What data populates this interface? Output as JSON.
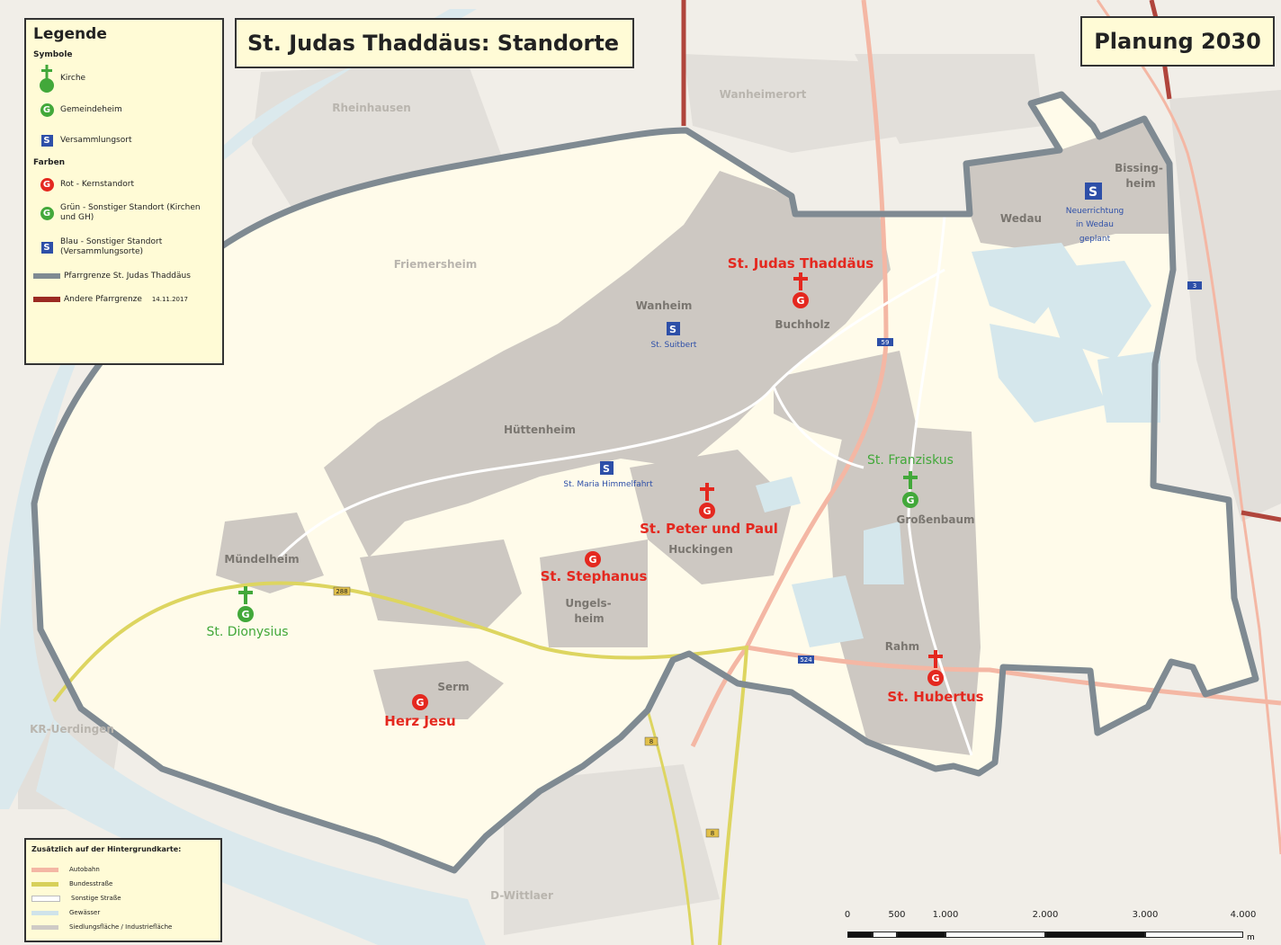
{
  "title": "St. Judas Thaddäus: Standorte",
  "plan_label": "Planung 2030",
  "legend": {
    "title": "Legende",
    "symbols_heading": "Symbole",
    "symbols": [
      {
        "icon": "church-cross-icon",
        "label": "Kirche"
      },
      {
        "icon": "community-hall-g-icon",
        "label": "Gemeindeheim"
      },
      {
        "icon": "meeting-place-s-icon",
        "label": "Versammlungsort"
      }
    ],
    "colors_heading": "Farben",
    "colors": [
      {
        "color": "#e4281f",
        "label": "Rot - Kernstandort"
      },
      {
        "color": "#42a83a",
        "label": "Grün - Sonstiger Standort (Kirchen und GH)"
      },
      {
        "color": "#2d4fa8",
        "label": "Blau - Sonstiger Standort (Versammlungsorte)"
      }
    ],
    "lines": [
      {
        "color": "#7f8a92",
        "label": "Pfarrgrenze St. Judas Thaddäus"
      },
      {
        "color": "#9b2a22",
        "label": "Andere Pfarrgrenze",
        "date": "14.11.2017"
      }
    ]
  },
  "background_legend": {
    "title": "Zusätzlich auf der Hintergrundkarte:",
    "items": [
      {
        "color": "#f4b7a4",
        "label": "Autobahn"
      },
      {
        "color": "#d7d05a",
        "label": "Bundesstraße"
      },
      {
        "color": "#ffffff",
        "label": "Sonstige Straße"
      },
      {
        "color": "#cfe3ea",
        "label": "Gewässer"
      },
      {
        "color": "#cfcbc6",
        "label": "Siedlungsfläche / Industriefläche"
      }
    ]
  },
  "places": {
    "rheinhausen": "Rheinhausen",
    "wanheimerort": "Wanheimerort",
    "friemersheim": "Friemersheim",
    "bissingheim_1": "Bissing-",
    "bissingheim_2": "heim",
    "wedau": "Wedau",
    "wanheim": "Wanheim",
    "buchholz": "Buchholz",
    "huettenheim": "Hüttenheim",
    "huckingen": "Huckingen",
    "grossenbaum": "Großenbaum",
    "muendelheim": "Mündelheim",
    "ungelsheim_1": "Ungels-",
    "ungelsheim_2": "heim",
    "rahm": "Rahm",
    "serm": "Serm",
    "kr_uerdingen": "KR-Uerdingen",
    "d_wittlaer": "D-Wittlaer"
  },
  "sites": {
    "judas_thaddaeus": "St. Judas Thaddäus",
    "peter_und_paul": "St. Peter und Paul",
    "stephanus": "St. Stephanus",
    "herz_jesu": "Herz Jesu",
    "hubertus": "St. Hubertus",
    "franziskus": "St. Franziskus",
    "dionysius": "St. Dionysius",
    "suitbert": "St. Suitbert",
    "maria_himmelfahrt": "St. Maria Himmelfahrt",
    "wedau_new_1": "Neuerrichtung",
    "wedau_new_2": "in Wedau",
    "wedau_new_3": "geplant"
  },
  "symbol_letters": {
    "g": "G",
    "s": "S"
  },
  "roads": {
    "a59": "59",
    "b288": "288",
    "a524": "524",
    "b8a": "8",
    "b8b": "8",
    "a3": "3"
  },
  "scale": {
    "ticks": [
      "0",
      "500",
      "1.000",
      "2.000",
      "3.000",
      "4.000"
    ],
    "unit": "m"
  },
  "colors": {
    "parish_border": "#7f8a92",
    "other_border": "#9b2a22",
    "core_site": "#e4281f",
    "other_site": "#42a83a",
    "meeting_site": "#2d4fa8",
    "parish_area": "#fffbea",
    "settlement": "#cfcbc6",
    "water": "#cfe3ea",
    "legend_bg": "#fffbd6"
  }
}
